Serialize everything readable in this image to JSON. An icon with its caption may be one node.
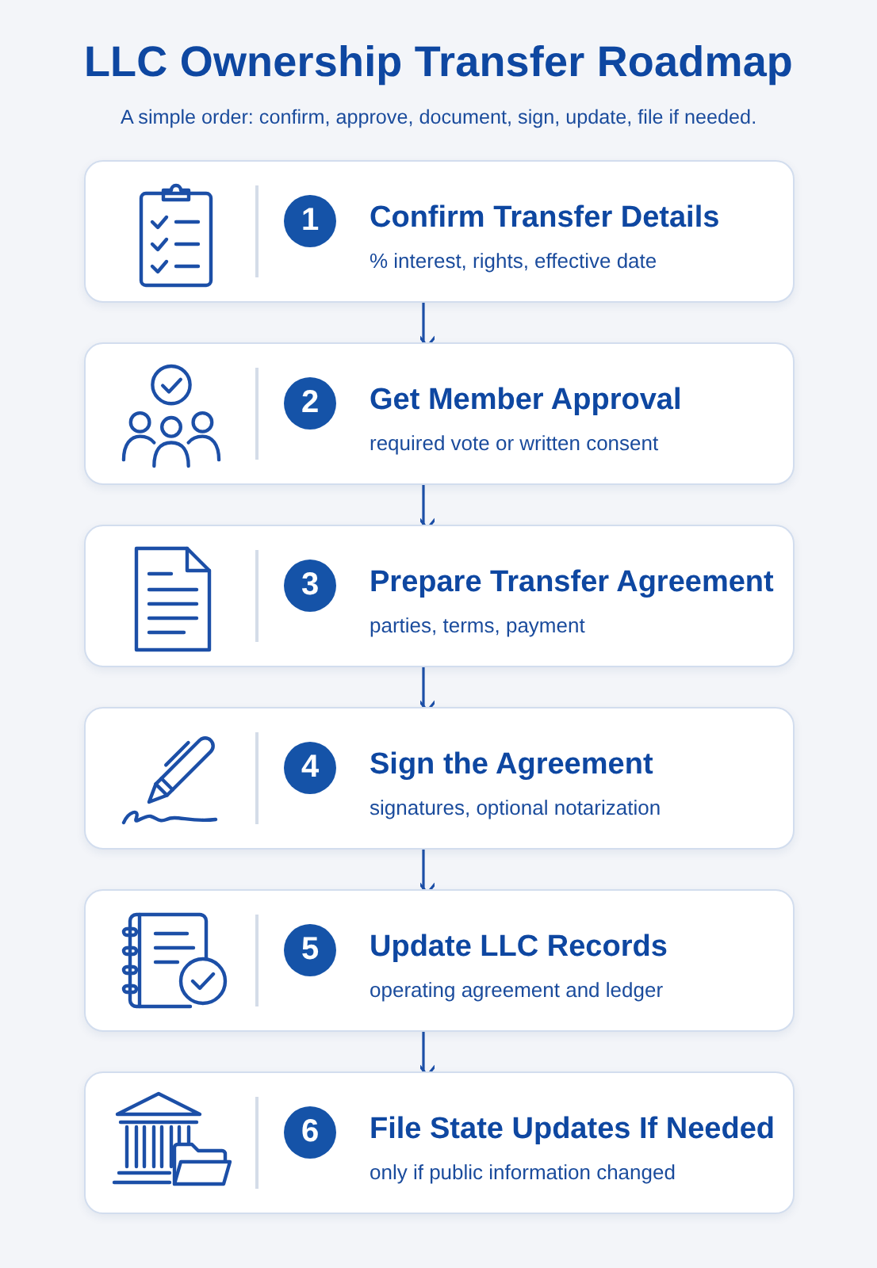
{
  "diagram": {
    "title": "LLC Ownership Transfer Roadmap",
    "nodes": [
      {
        "text": [
          "Confirm Transfer Details",
          "% interest, rights, effective date"
        ]
      },
      {
        "text": [
          "1"
        ],
        "in": 0
      },
      {
        "text": [
          "Get Member Approval",
          "required vote or written consent"
        ]
      },
      {
        "text": [
          "2"
        ],
        "in": 2
      },
      {
        "text": [
          "Prepare Transfer Agreement",
          "parties, terms, payment"
        ]
      },
      {
        "text": [
          "3"
        ],
        "in": 4
      },
      {
        "text": [
          "Sign the Agreement",
          "signatures, optional notarization"
        ]
      },
      {
        "text": [
          "4"
        ],
        "in": 6
      },
      {
        "text": [
          "Update LLC Records",
          "operating agreement and ledger"
        ]
      },
      {
        "text": [
          "5"
        ],
        "in": 8
      },
      {
        "text": [
          "File State Updates If Needed",
          "only if public information changed"
        ]
      },
      {
        "text": [
          "6"
        ],
        "in": 10
      }
    ],
    "edges": [
      {
        "from": 0,
        "to": 2,
        "arrow": "to"
      },
      {
        "from": 2,
        "to": 4,
        "arrow": "to"
      },
      {
        "from": 4,
        "to": 6,
        "arrow": "to"
      },
      {
        "from": 6,
        "to": 8,
        "arrow": "to"
      },
      {
        "from": 8,
        "to": 10,
        "arrow": "to"
      }
    ],
    "labels": [
      "A simple order: confirm, approve, document, sign, update, file if needed."
    ]
  }
}
